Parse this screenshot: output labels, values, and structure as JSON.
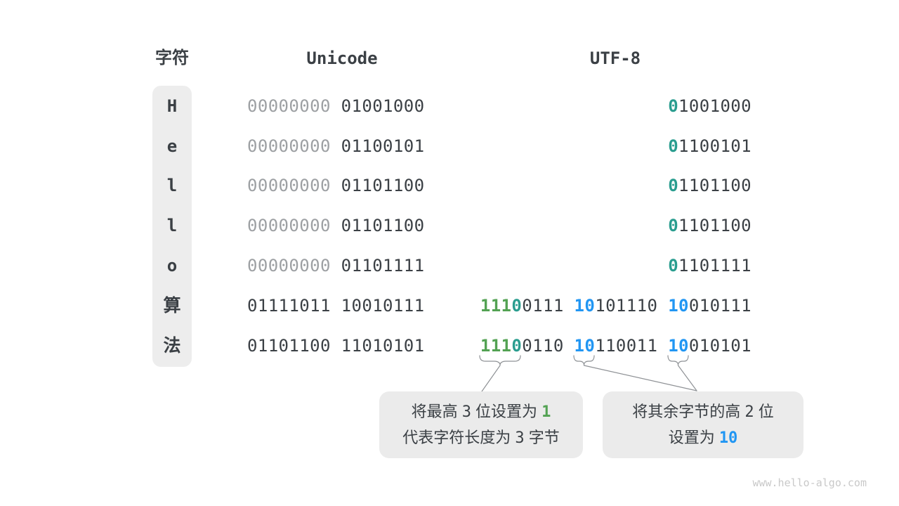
{
  "headers": {
    "char": "字符",
    "unicode": "Unicode",
    "utf8": "UTF-8"
  },
  "colors": {
    "dark": "#3b4045",
    "gray": "#9da0a3",
    "teal": "#2a9d8f",
    "green": "#53a253",
    "blue": "#2196f3"
  },
  "rows": [
    {
      "char": "H",
      "unicode": [
        [
          "gray",
          "00000000"
        ],
        [
          "dark",
          " 01001000"
        ]
      ],
      "utf8": [
        [
          "teal",
          "0"
        ],
        [
          "dark",
          "1001000"
        ]
      ]
    },
    {
      "char": "e",
      "unicode": [
        [
          "gray",
          "00000000"
        ],
        [
          "dark",
          " 01100101"
        ]
      ],
      "utf8": [
        [
          "teal",
          "0"
        ],
        [
          "dark",
          "1100101"
        ]
      ]
    },
    {
      "char": "l",
      "unicode": [
        [
          "gray",
          "00000000"
        ],
        [
          "dark",
          " 01101100"
        ]
      ],
      "utf8": [
        [
          "teal",
          "0"
        ],
        [
          "dark",
          "1101100"
        ]
      ]
    },
    {
      "char": "l",
      "unicode": [
        [
          "gray",
          "00000000"
        ],
        [
          "dark",
          " 01101100"
        ]
      ],
      "utf8": [
        [
          "teal",
          "0"
        ],
        [
          "dark",
          "1101100"
        ]
      ]
    },
    {
      "char": "o",
      "unicode": [
        [
          "gray",
          "00000000"
        ],
        [
          "dark",
          " 01101111"
        ]
      ],
      "utf8": [
        [
          "teal",
          "0"
        ],
        [
          "dark",
          "1101111"
        ]
      ]
    },
    {
      "char": "算",
      "unicode": [
        [
          "dark",
          "01111011 10010111"
        ]
      ],
      "utf8": [
        [
          "green",
          "111"
        ],
        [
          "teal",
          "0"
        ],
        [
          "dark",
          "0111 "
        ],
        [
          "blue",
          "10"
        ],
        [
          "dark",
          "101110 "
        ],
        [
          "blue",
          "10"
        ],
        [
          "dark",
          "010111"
        ]
      ]
    },
    {
      "char": "法",
      "unicode": [
        [
          "dark",
          "01101100 11010101"
        ]
      ],
      "utf8": [
        [
          "green",
          "111"
        ],
        [
          "teal",
          "0"
        ],
        [
          "dark",
          "0110 "
        ],
        [
          "blue",
          "10"
        ],
        [
          "dark",
          "110011 "
        ],
        [
          "blue",
          "10"
        ],
        [
          "dark",
          "010101"
        ]
      ]
    }
  ],
  "callouts": {
    "left": {
      "lines": [
        [
          [
            "text",
            "将最高 "
          ],
          [
            "num",
            "3"
          ],
          [
            "text",
            " 位设置为 "
          ],
          [
            "green",
            "1"
          ]
        ],
        [
          [
            "text",
            "代表字符长度为 "
          ],
          [
            "num",
            "3"
          ],
          [
            "text",
            " 字节"
          ]
        ]
      ]
    },
    "right": {
      "lines": [
        [
          [
            "text",
            "将其余字节的高 "
          ],
          [
            "num",
            "2"
          ],
          [
            "text",
            " 位"
          ]
        ],
        [
          [
            "text",
            "设置为 "
          ],
          [
            "blue",
            "10"
          ]
        ]
      ]
    }
  },
  "watermark": "www.hello-algo.com"
}
